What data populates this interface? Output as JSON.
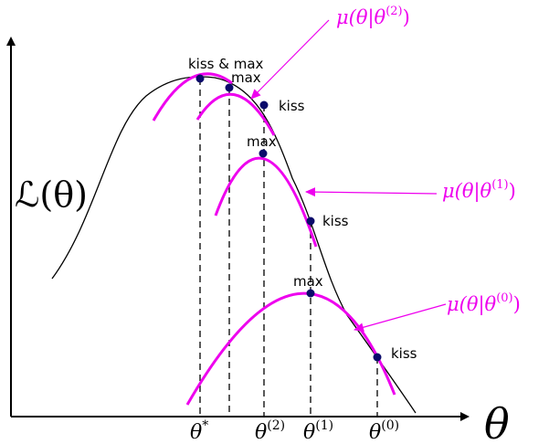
{
  "labels": {
    "y_axis": "ℒ(θ)",
    "x_axis": "θ",
    "kiss_and_max": "kiss & max",
    "max": "max",
    "kiss": "kiss"
  },
  "ticks": [
    {
      "base": "θ",
      "sup": "*"
    },
    {
      "base": "θ",
      "sup": "(2)"
    },
    {
      "base": "θ",
      "sup": "(1)"
    },
    {
      "base": "θ",
      "sup": "(0)"
    }
  ],
  "bounds": [
    {
      "base": "μ(θ|θ",
      "sup": "(2)",
      "tail": ")"
    },
    {
      "base": "μ(θ|θ",
      "sup": "(1)",
      "tail": ")"
    },
    {
      "base": "μ(θ|θ",
      "sup": "(0)",
      "tail": ")"
    }
  ],
  "colors": {
    "curve": "#000000",
    "bound": "#ee00ee",
    "point": "#0a0a6a"
  }
}
